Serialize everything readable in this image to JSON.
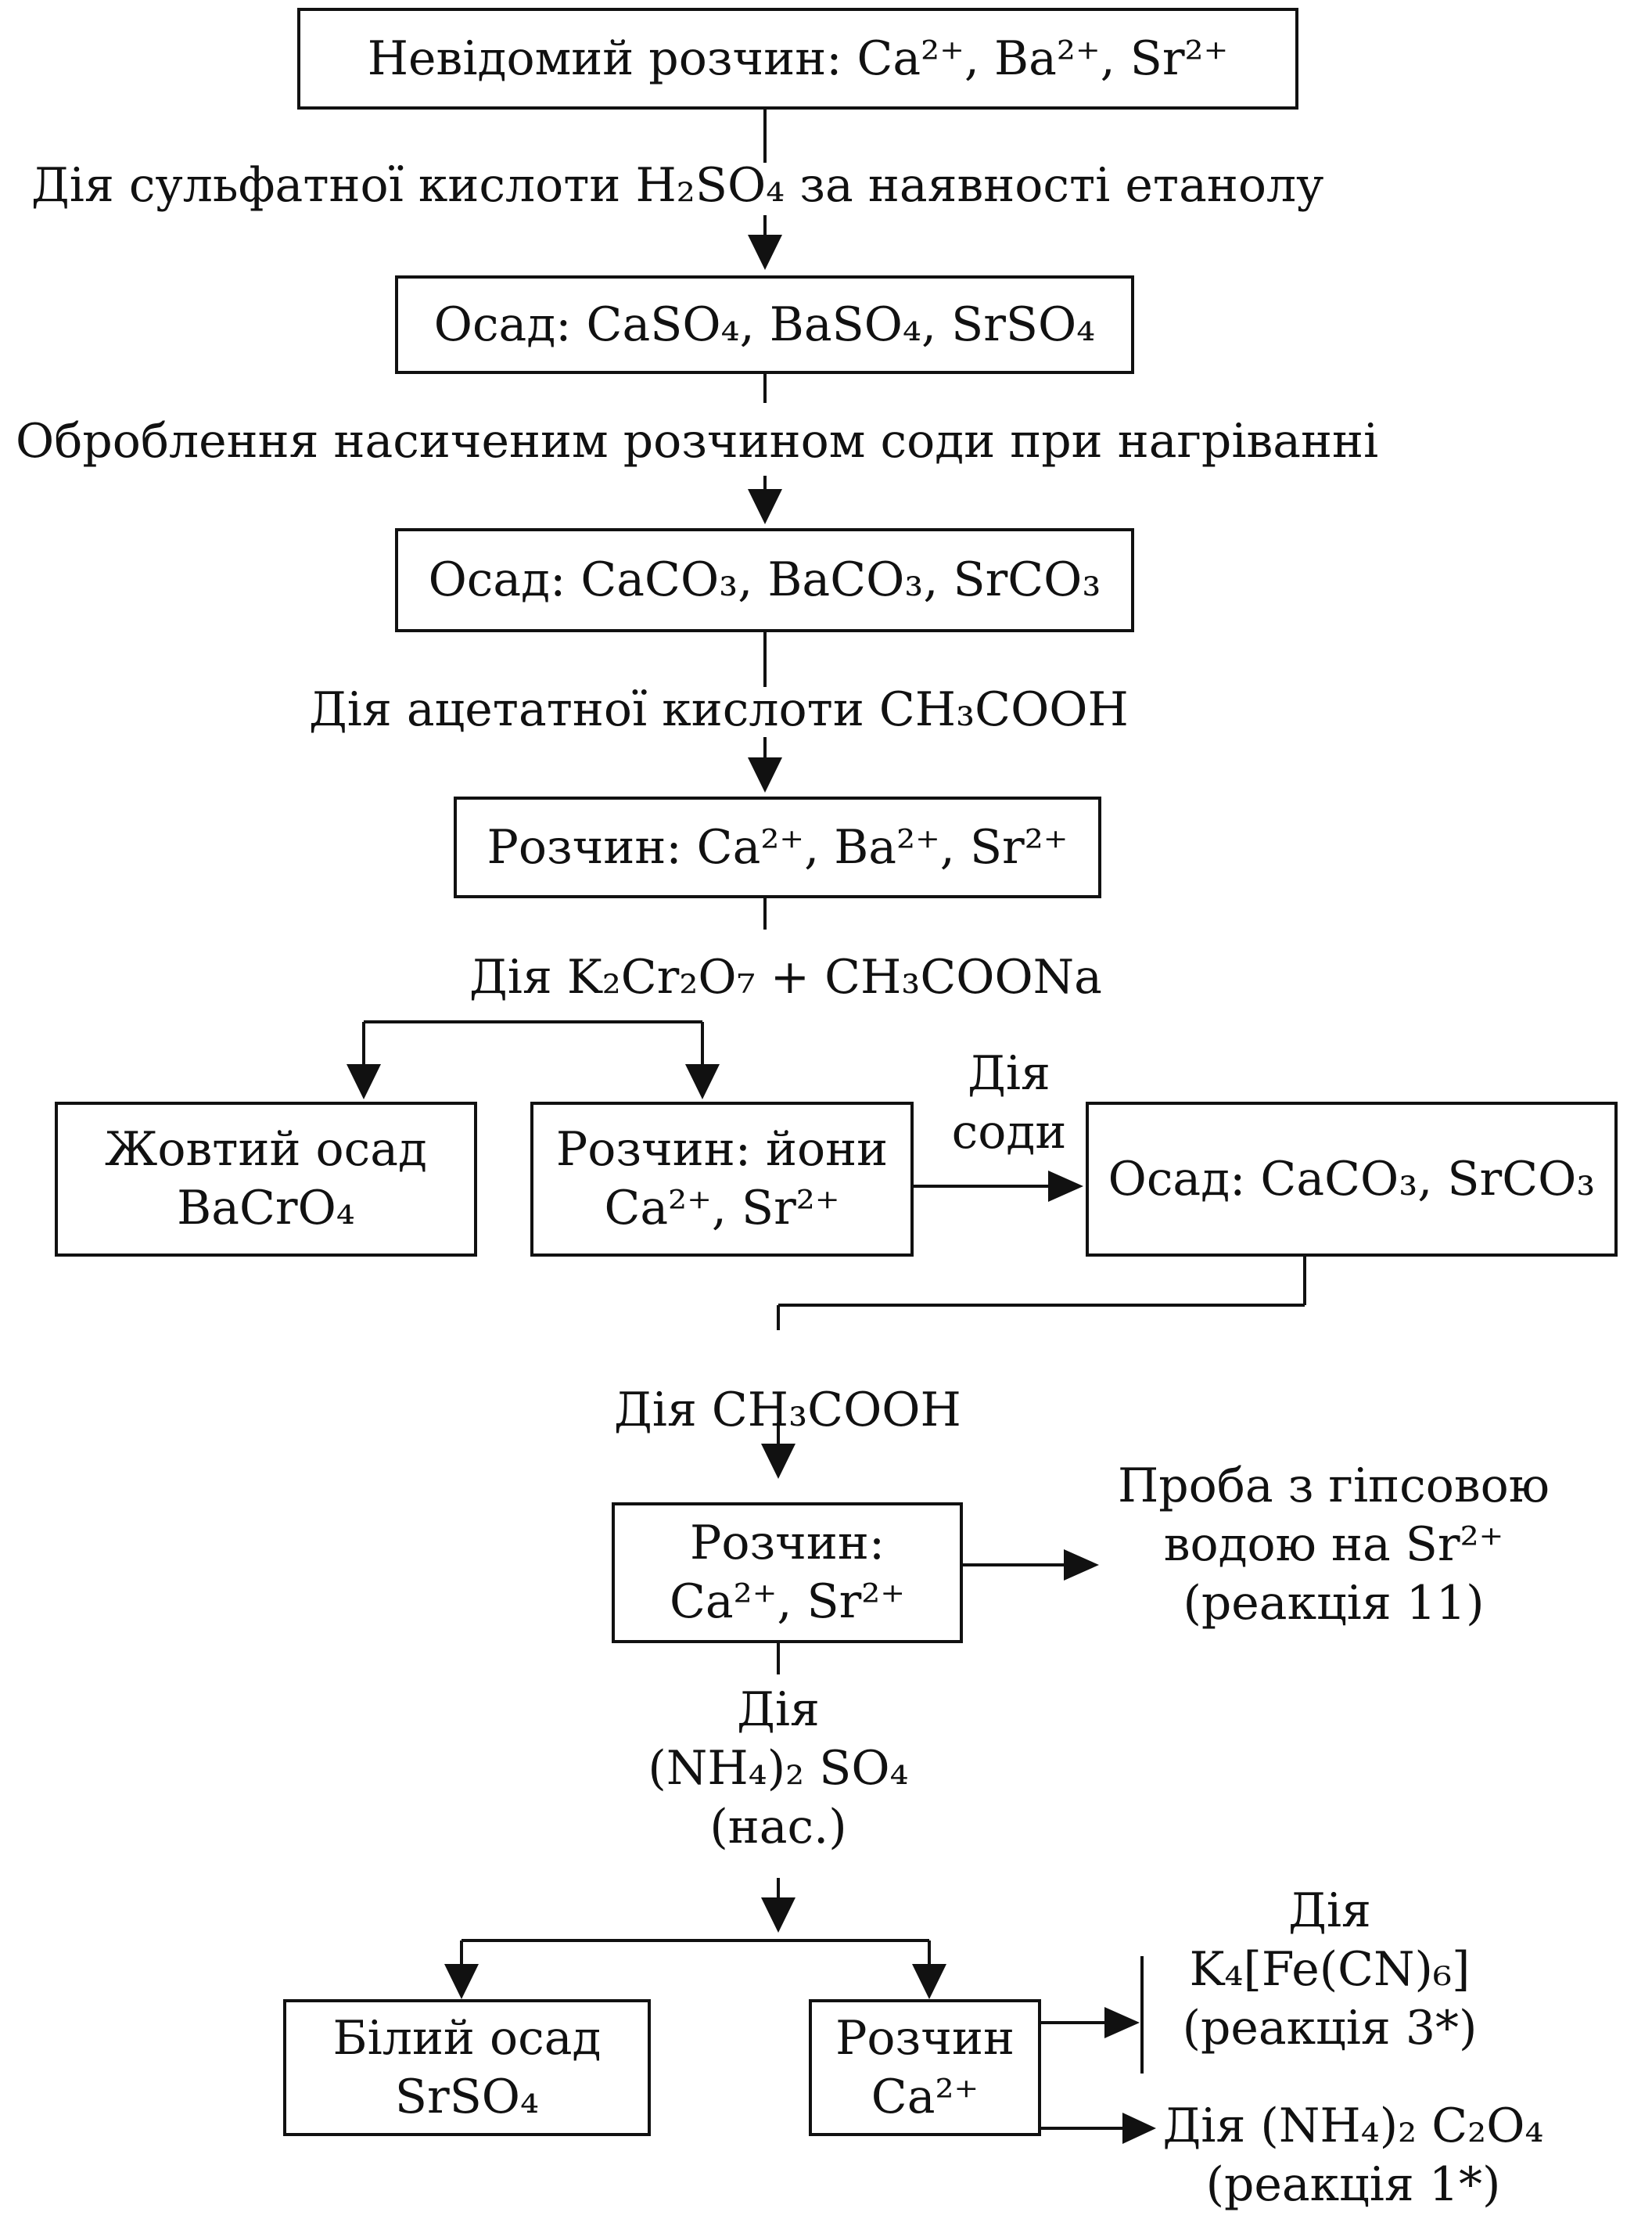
{
  "boxes": {
    "unknown_solution": "Невідомий розчин: Ca²⁺, Ba²⁺, Sr²⁺",
    "sulfate_precipitate": "Осад: CaSO₄, BaSO₄, SrSO₄",
    "carbonate_precipitate": "Осад: CaCO₃, BaCO₃, SrCO₃",
    "solution_after_acetic": "Розчин: Ca²⁺, Ba²⁺, Sr²⁺",
    "yellow_precipitate": {
      "line1": "Жовтий осад",
      "line2": "BaCrO₄"
    },
    "solution_ca_sr": {
      "line1": "Розчин: йони",
      "line2": "Ca²⁺, Sr²⁺"
    },
    "carbonate_ca_sr": "Осад: CaCO₃, SrCO₃",
    "solution_ca_sr_2": {
      "line1": "Розчин:",
      "line2": "Ca²⁺, Sr²⁺"
    },
    "white_precipitate": {
      "line1": "Білий осад",
      "line2": "SrSO₄"
    },
    "solution_ca": {
      "line1": "Розчин",
      "line2": "Ca²⁺"
    }
  },
  "steps": {
    "sulfuric_acid": "Дія сульфатної кислоти  H₂SO₄  за наявності етанолу",
    "soda_treatment": "Оброблення насиченим розчином соди при нагріванні",
    "acetic_acid": "Дія ацетатної кислоти  CH₃COOH",
    "dichromate": "Дія  K₂Cr₂O₇ + CH₃COONa",
    "soda_action": {
      "line1": "Дія",
      "line2": "соди"
    },
    "acetic_acid_2": "Дія CH₃COOH",
    "gypsum_test": {
      "line1": "Проба з гіпсовою",
      "line2": "водою на Sr²⁺",
      "line3": "(реакція 11)"
    },
    "ammonium_sulfate": {
      "line1": "Дія",
      "line2": "(NH₄)₂ SO₄",
      "line3": "(нас.)"
    },
    "ferrocyanide": {
      "line1": "Дія",
      "line2": "K₄[Fe(CN)₆]",
      "line3": "(реакція 3*)"
    },
    "oxalate": {
      "line1": "Дія (NH₄)₂ C₂O₄",
      "line2": "(реакція 1*)"
    }
  }
}
